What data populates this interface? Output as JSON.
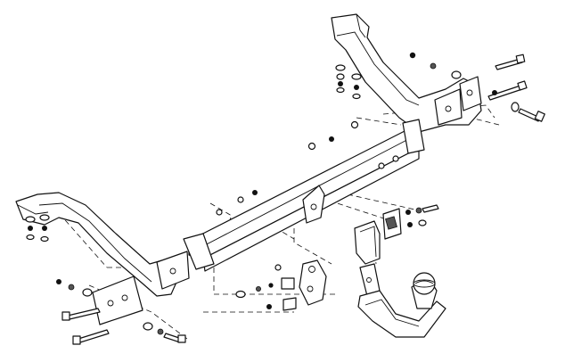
{
  "diagram": {
    "kind": "exploded-assembly",
    "parts": [
      {
        "id": "main-crossbar",
        "icon": "tow-bar-beam"
      },
      {
        "id": "left-side-arm",
        "icon": "bracket-arm"
      },
      {
        "id": "right-side-arm",
        "icon": "bracket-arm"
      },
      {
        "id": "tow-ball-neck",
        "icon": "swan-neck-ball"
      },
      {
        "id": "socket-plate",
        "icon": "socket-bracket"
      },
      {
        "id": "locking-mechanism",
        "icon": "latch-housing"
      }
    ],
    "colors": {
      "line": "#111111",
      "background": "#ffffff"
    }
  }
}
